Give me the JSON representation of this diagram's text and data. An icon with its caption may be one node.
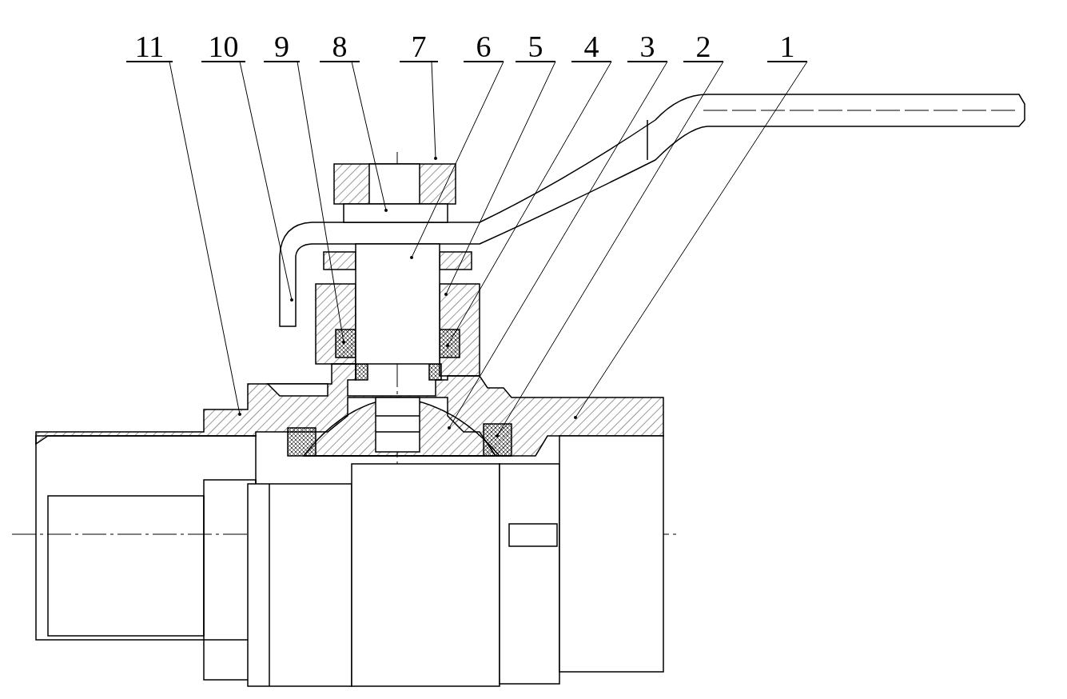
{
  "diagram": {
    "nodes": [
      {
        "text": [
          "11"
        ]
      },
      {
        "text": [
          "10"
        ]
      },
      {
        "text": [
          "9"
        ]
      },
      {
        "text": [
          "8"
        ]
      },
      {
        "text": [
          "7"
        ]
      },
      {
        "text": [
          "6"
        ]
      },
      {
        "text": [
          "5"
        ]
      },
      {
        "text": [
          "4"
        ]
      },
      {
        "text": [
          "3"
        ]
      },
      {
        "text": [
          "2"
        ]
      },
      {
        "text": [
          "1"
        ]
      }
    ],
    "edges": [
      {
        "from": 0,
        "to": null,
        "arrow": "other"
      },
      {
        "from": 1,
        "to": null,
        "arrow": "other"
      },
      {
        "from": 2,
        "to": null,
        "arrow": "other"
      },
      {
        "from": 3,
        "to": null,
        "arrow": "other"
      },
      {
        "from": 4,
        "to": null,
        "arrow": "other"
      },
      {
        "from": 5,
        "to": null,
        "arrow": "other"
      },
      {
        "from": 6,
        "to": null,
        "arrow": "other"
      },
      {
        "from": 7,
        "to": null,
        "arrow": "other"
      },
      {
        "from": 8,
        "to": null,
        "arrow": "other"
      },
      {
        "from": 9,
        "to": null,
        "arrow": "other"
      },
      {
        "from": 10,
        "to": null,
        "arrow": "other"
      }
    ]
  }
}
